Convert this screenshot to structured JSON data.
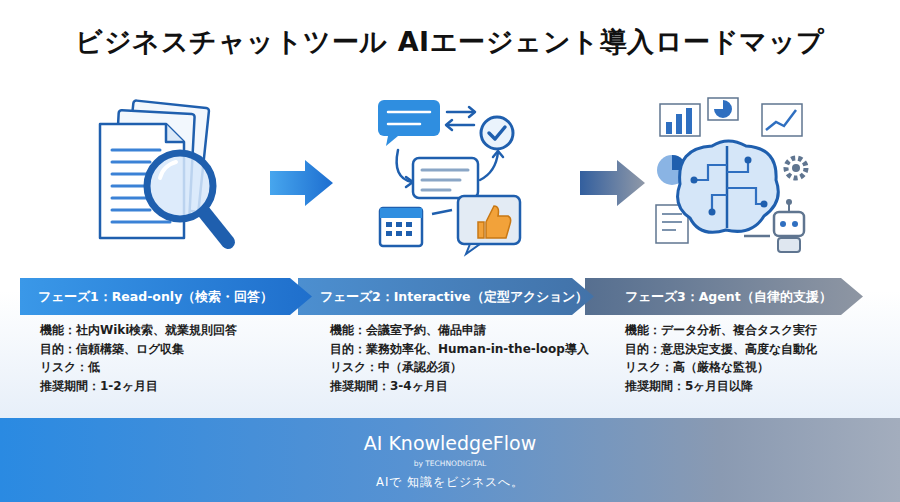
{
  "diagram": {
    "title": "ビジネスチャットツール AIエージェント導入ロードマップ",
    "nodes": [
      {
        "text": [
          "フェーズ1：Read-only（検索・回答）",
          "機能：社内Wiki検索、就業規則回答",
          "目的：信頼構築、ログ収集",
          "リスク：低",
          "推奨期間：1-2ヶ月目"
        ]
      },
      {
        "text": [
          "フェーズ2：Interactive（定型アクション）",
          "機能：会議室予約、備品申請",
          "目的：業務効率化、Human-in-the-loop導入",
          "リスク：中（承認必須）",
          "推奨期間：3-4ヶ月目"
        ]
      },
      {
        "text": [
          "フェーズ3：Agent（自律的支援）",
          "機能：データ分析、複合タスク実行",
          "目的：意思決定支援、高度な自動化",
          "リスク：高（厳格な監視）",
          "推奨期間：5ヶ月目以降"
        ]
      },
      {
        "text": [
          "AI KnowledgeFlow",
          "by TECHNODIGITAL",
          "AIで 知識をビジネスへ。"
        ]
      }
    ]
  }
}
